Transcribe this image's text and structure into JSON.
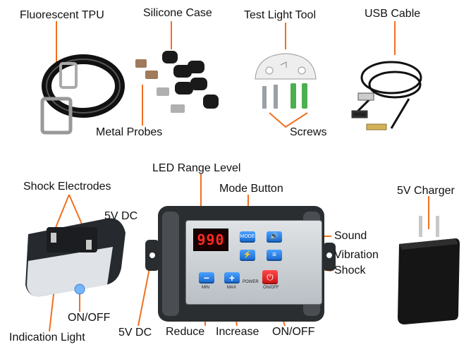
{
  "labels": {
    "fluorescent_tpu": "Fluorescent TPU",
    "silicone_case": "Silicone Case",
    "test_light_tool": "Test Light Tool",
    "usb_cable": "USB Cable",
    "metal_probes": "Metal Probes",
    "screws": "Screws",
    "led_range_level": "LED Range Level",
    "shock_electrodes": "Shock Electrodes",
    "mode_button": "Mode Button",
    "five_v_charger": "5V Charger",
    "five_v_dc_collar": "5V DC",
    "sound": "Sound",
    "vibration": "Vibration",
    "shock": "Shock",
    "on_off_collar": "ON/OFF",
    "indication_light": "Indication Light",
    "five_v_dc_box": "5V DC",
    "reduce": "Reduce",
    "increase": "Increase",
    "on_off_box": "ON/OFF"
  },
  "panel": {
    "display_value": "990",
    "mode_text": "MODE",
    "min_text": "MIN",
    "max_text": "MAX",
    "power_text": "POWER",
    "onoff_text": "ON/OFF"
  },
  "colors": {
    "callout_line": "#f07020",
    "button_blue": "#1f74dd",
    "led_red": "#ff2a20",
    "power_red": "#e11d1d"
  },
  "icons": [
    "collar-strap-icon",
    "silicone-case-icon",
    "metal-probe-icon",
    "test-light-tool-icon",
    "screw-icon",
    "usb-cable-icon",
    "collar-receiver-icon",
    "transmitter-box-icon",
    "charger-icon"
  ]
}
